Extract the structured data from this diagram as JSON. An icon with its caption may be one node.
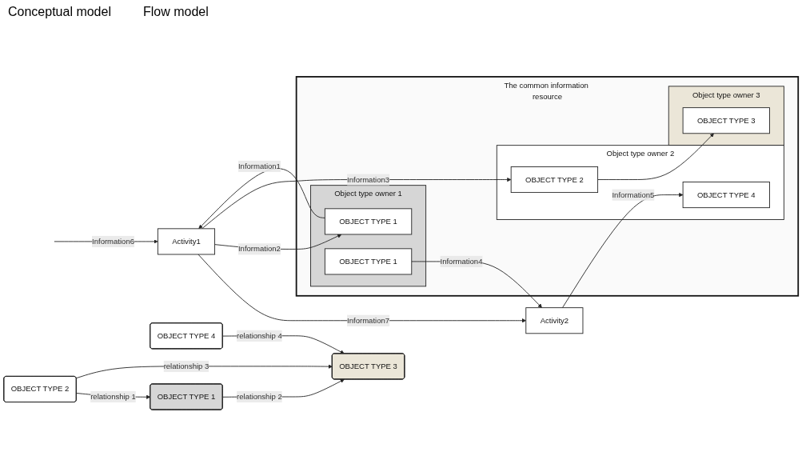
{
  "diagram": {
    "nodes": [
      {
        "text": [
          "OBJECT TYPE 1"
        ]
      },
      {
        "text": [
          "OBJECT TYPE 2"
        ]
      },
      {
        "text": [
          "OBJECT TYPE 3"
        ]
      },
      {
        "text": [
          "OBJECT TYPE 4"
        ]
      },
      {
        "text": [
          "Activity1"
        ]
      },
      {
        "text": [
          "Activity2"
        ]
      },
      {
        "text": [
          "The common information resource"
        ]
      },
      {
        "text": [
          "Object type owner 1"
        ],
        "in": 6
      },
      {
        "text": [
          "OBJECT TYPE 1"
        ],
        "in": 7
      },
      {
        "text": [
          "OBJECT TYPE 1"
        ],
        "in": 7
      },
      {
        "text": [
          "Object type owner 2"
        ],
        "in": 6
      },
      {
        "text": [
          "OBJECT TYPE 2"
        ],
        "in": 10
      },
      {
        "text": [
          "OBJECT TYPE 4"
        ],
        "in": 10
      },
      {
        "text": [
          "Object type owner 3"
        ],
        "in": 6
      },
      {
        "text": [
          "OBJECT TYPE 3"
        ],
        "in": 13
      }
    ],
    "edges": [
      {
        "from": 1,
        "to": 0,
        "arrow": "to",
        "label": "relationship 1"
      },
      {
        "from": 0,
        "to": 2,
        "arrow": "to",
        "label": "relationship 2"
      },
      {
        "from": 1,
        "to": 2,
        "arrow": "to",
        "label": "relationship 3"
      },
      {
        "from": 3,
        "to": 2,
        "arrow": "to",
        "label": "relationship 4"
      },
      {
        "from": null,
        "to": 4,
        "arrow": "to",
        "label": "Information6"
      },
      {
        "from": 4,
        "to": 5,
        "arrow": "to",
        "label": "Information7"
      },
      {
        "from": 8,
        "to": 4,
        "arrow": "to",
        "label": "Information1"
      },
      {
        "from": 4,
        "to": 8,
        "arrow": "to",
        "label": "Information2"
      },
      {
        "from": 4,
        "to": 11,
        "arrow": "to",
        "label": "Information3"
      },
      {
        "from": 9,
        "to": 5,
        "arrow": "to",
        "label": "Information4"
      },
      {
        "from": 5,
        "to": 12,
        "arrow": "to",
        "label": "Information5"
      },
      {
        "from": 11,
        "to": 14,
        "arrow": "to"
      }
    ],
    "labels": [
      "Conceptual model",
      "Flow model"
    ]
  }
}
